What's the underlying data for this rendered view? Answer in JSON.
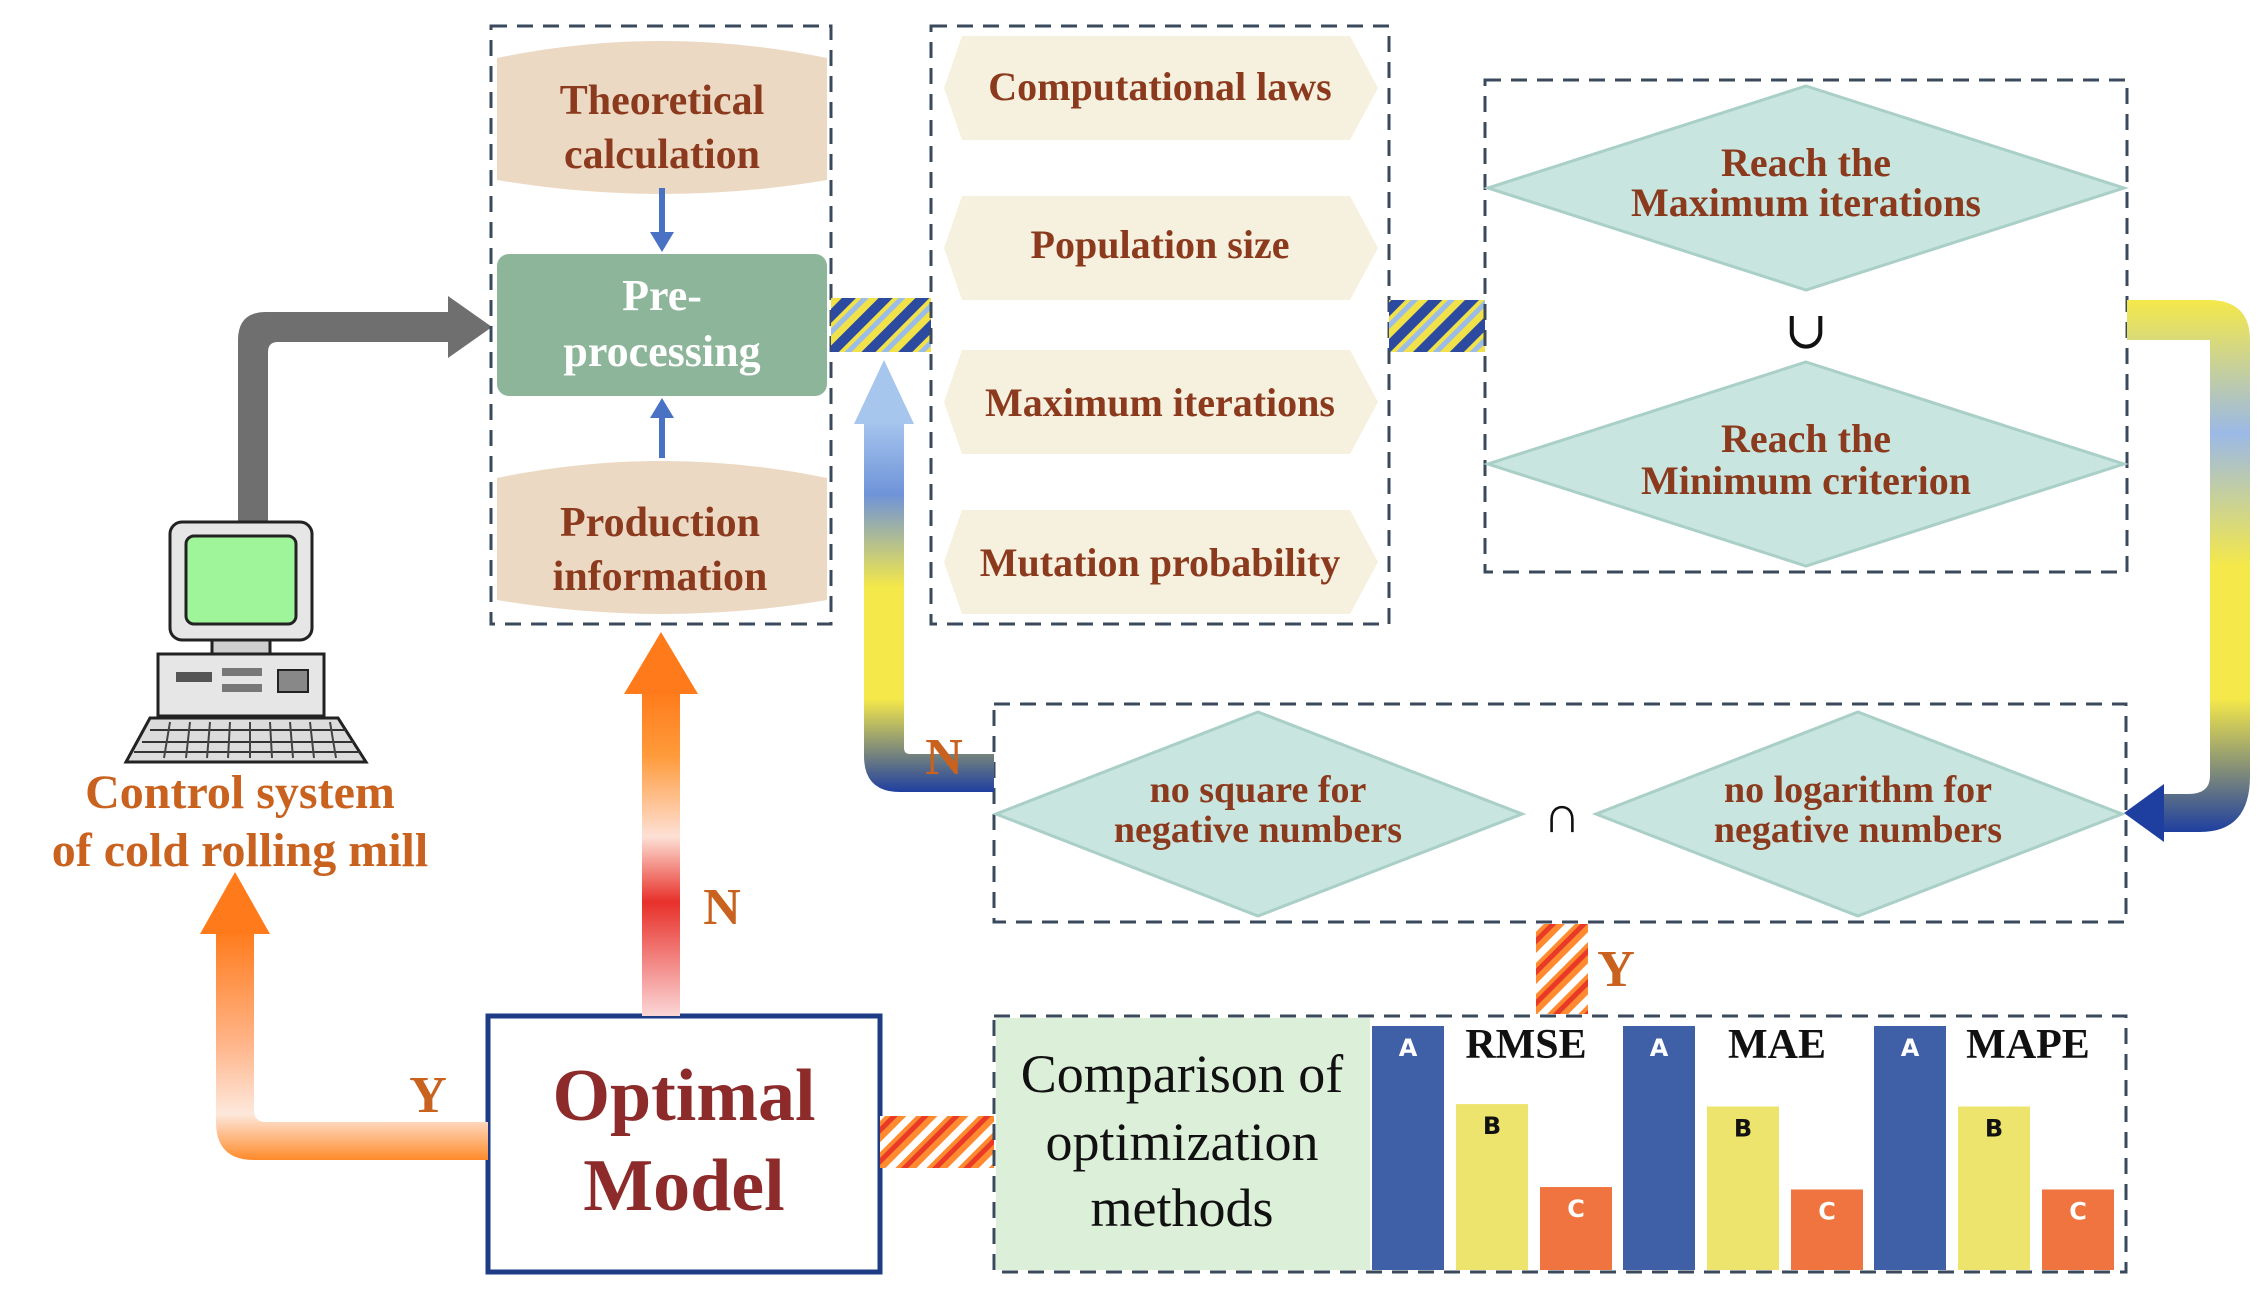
{
  "colors": {
    "dash": "#3a4a5c",
    "tan": "#ecd9c3",
    "green": "#8db59a",
    "cream": "#f6f0de",
    "teal": "#c8e5df",
    "tealStroke": "#a9cfc7",
    "brown": "#8b3a1e",
    "orangeText": "#c9621f",
    "navy": "#1e3b86",
    "darkred": "#8d2b2b",
    "gray": "#6f6f6f",
    "blue": "#3f5fa6",
    "yellow": "#ece46c",
    "coral": "#f0743f",
    "compBg": "#dcefd8",
    "screen": "#9ff59a",
    "arrowBlue": "#4a72c4"
  },
  "preprocess": {
    "theoretical": [
      "Theoretical",
      "calculation"
    ],
    "pre": [
      "Pre-",
      "processing"
    ],
    "production": [
      "Production",
      "information"
    ]
  },
  "params": [
    "Computational laws",
    "Population size",
    "Maximum  iterations",
    "Mutation probability"
  ],
  "stop": {
    "d1": [
      "Reach the",
      "Maximum  iterations"
    ],
    "d2": [
      "Reach the",
      "Minimum criterion"
    ],
    "union": "∪"
  },
  "constraint": {
    "d1": [
      "no square for",
      "negative numbers"
    ],
    "d2": [
      "no logarithm for",
      "negative numbers"
    ],
    "intersect": "∩"
  },
  "labels": {
    "control": [
      "Control system",
      "of cold rolling mill"
    ],
    "optimal": [
      "Optimal",
      "Model"
    ],
    "n_loop": "N",
    "n_up": "N",
    "y_right": "Y",
    "y_left": "Y"
  },
  "comparison": {
    "text": [
      "Comparison of",
      "optimization",
      "methods"
    ]
  },
  "chart_data": {
    "type": "bar",
    "categories": [
      "A",
      "B",
      "C"
    ],
    "groups": [
      {
        "name": "RMSE",
        "values": [
          1.0,
          0.68,
          0.34
        ]
      },
      {
        "name": "MAE",
        "values": [
          1.0,
          0.67,
          0.33
        ]
      },
      {
        "name": "MAPE",
        "values": [
          1.0,
          0.67,
          0.33
        ]
      }
    ],
    "ylim": [
      0,
      1
    ]
  }
}
